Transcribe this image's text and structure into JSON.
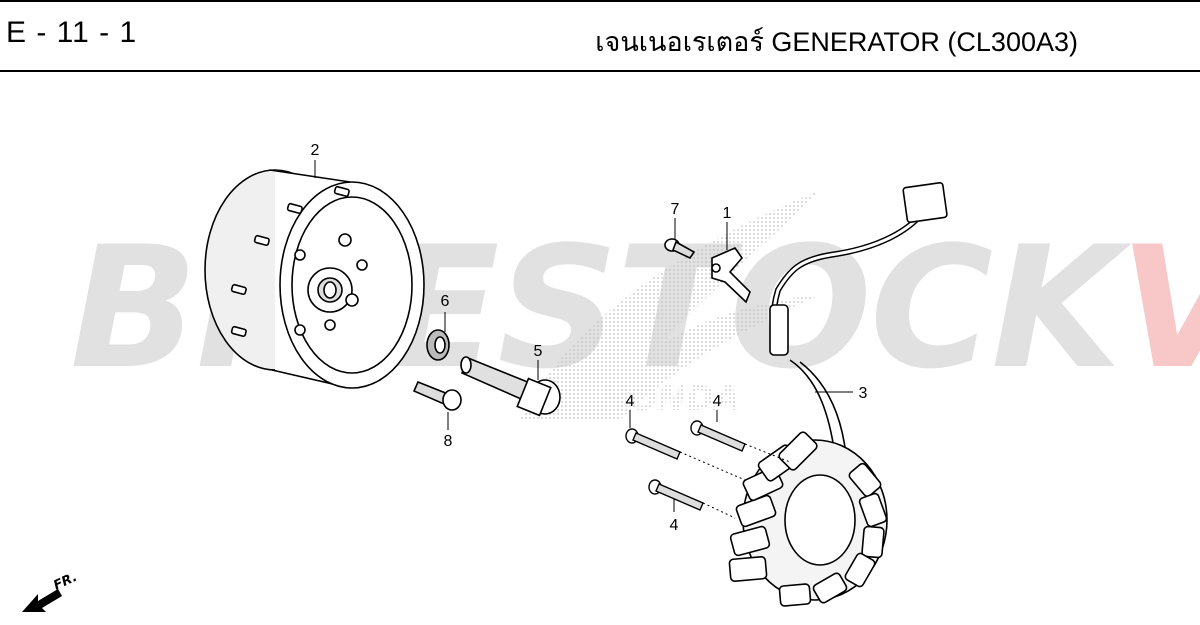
{
  "header": {
    "page_code": "E - 11 - 1",
    "title": "เจนเนอเรเตอร์  GENERATOR (CL300A3)"
  },
  "watermark": {
    "part1": "BIKESTOCK",
    "part2": "VN",
    "brand_text": "HONDA",
    "color_gray": "#c8c8c8",
    "color_red": "#f08282"
  },
  "callouts": [
    {
      "id": "1",
      "text": "1"
    },
    {
      "id": "2",
      "text": "2"
    },
    {
      "id": "3",
      "text": "3"
    },
    {
      "id": "4a",
      "text": "4"
    },
    {
      "id": "4b",
      "text": "4"
    },
    {
      "id": "4c",
      "text": "4"
    },
    {
      "id": "5",
      "text": "5"
    },
    {
      "id": "6",
      "text": "6"
    },
    {
      "id": "7",
      "text": "7"
    },
    {
      "id": "8",
      "text": "8"
    }
  ],
  "direction": {
    "label": "FR.",
    "icon": "front-direction-arrow-icon"
  }
}
